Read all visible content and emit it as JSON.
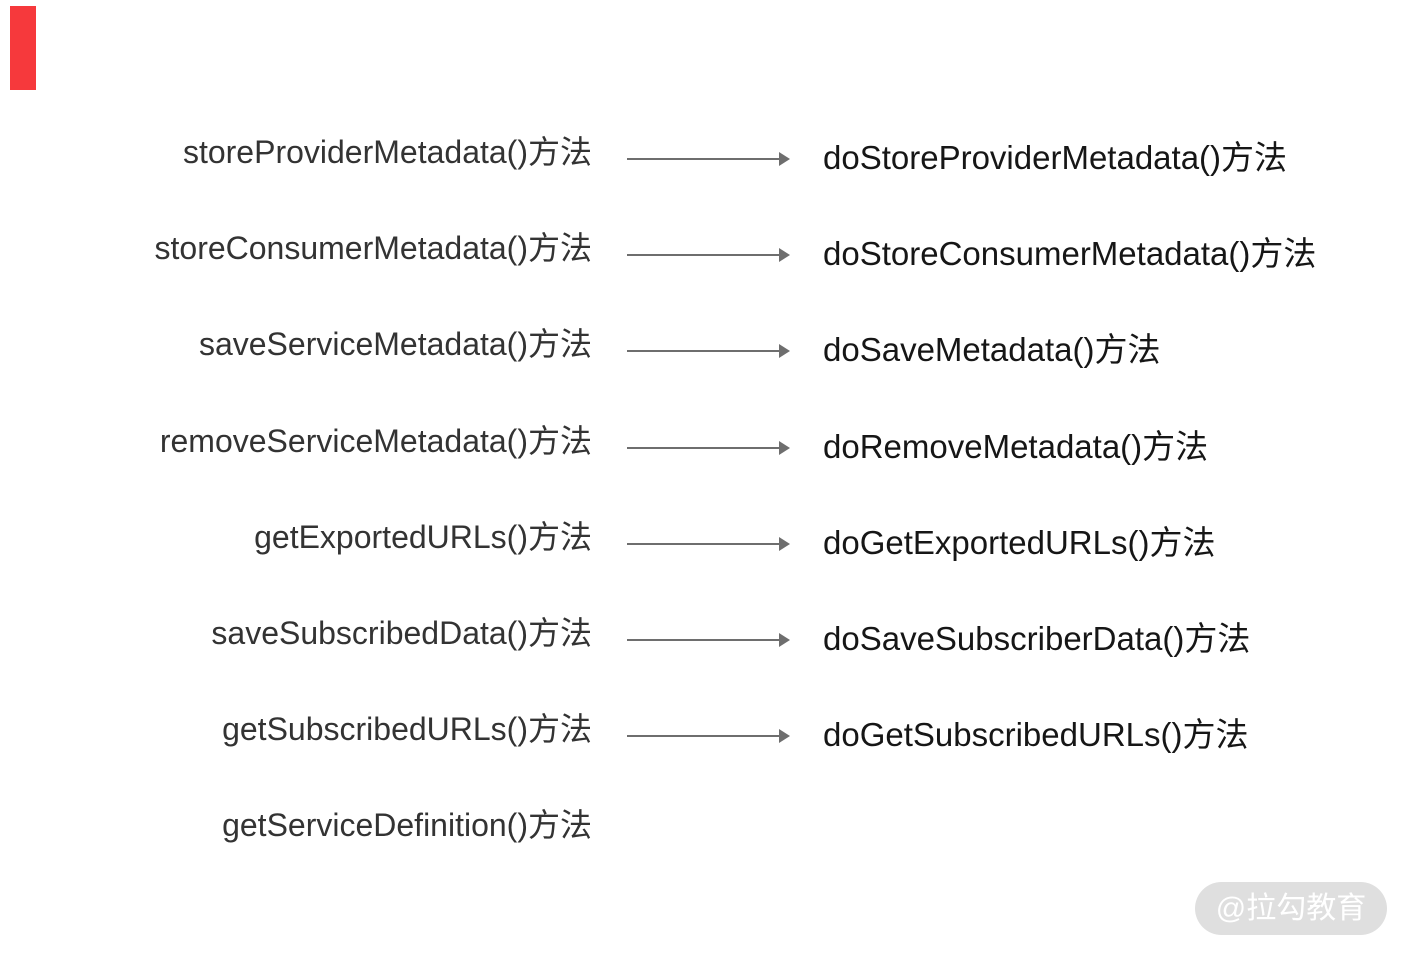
{
  "page": {
    "background_color": "#ffffff"
  },
  "corner_marker": {
    "color": "#f6393c"
  },
  "diagram": {
    "arrow_color": "#6e6e6e",
    "left_text_color": "#333333",
    "right_text_color": "#161616",
    "rows": [
      {
        "left": "storeProviderMetadata()方法",
        "arrow": true,
        "right": "doStoreProviderMetadata()方法"
      },
      {
        "left": "storeConsumerMetadata()方法",
        "arrow": true,
        "right": "doStoreConsumerMetadata()方法"
      },
      {
        "left": "saveServiceMetadata()方法",
        "arrow": true,
        "right": "doSaveMetadata()方法"
      },
      {
        "left": "removeServiceMetadata()方法",
        "arrow": true,
        "right": "doRemoveMetadata()方法"
      },
      {
        "left": "getExportedURLs()方法",
        "arrow": true,
        "right": "doGetExportedURLs()方法"
      },
      {
        "left": "saveSubscribedData()方法",
        "arrow": true,
        "right": "doSaveSubscriberData()方法"
      },
      {
        "left": "getSubscribedURLs()方法",
        "arrow": true,
        "right": "doGetSubscribedURLs()方法"
      },
      {
        "left": "getServiceDefinition()方法",
        "arrow": false,
        "right": ""
      }
    ]
  },
  "watermark": {
    "text": "@拉勾教育",
    "background_color": "#dfdfdf",
    "text_color": "#ffffff"
  }
}
